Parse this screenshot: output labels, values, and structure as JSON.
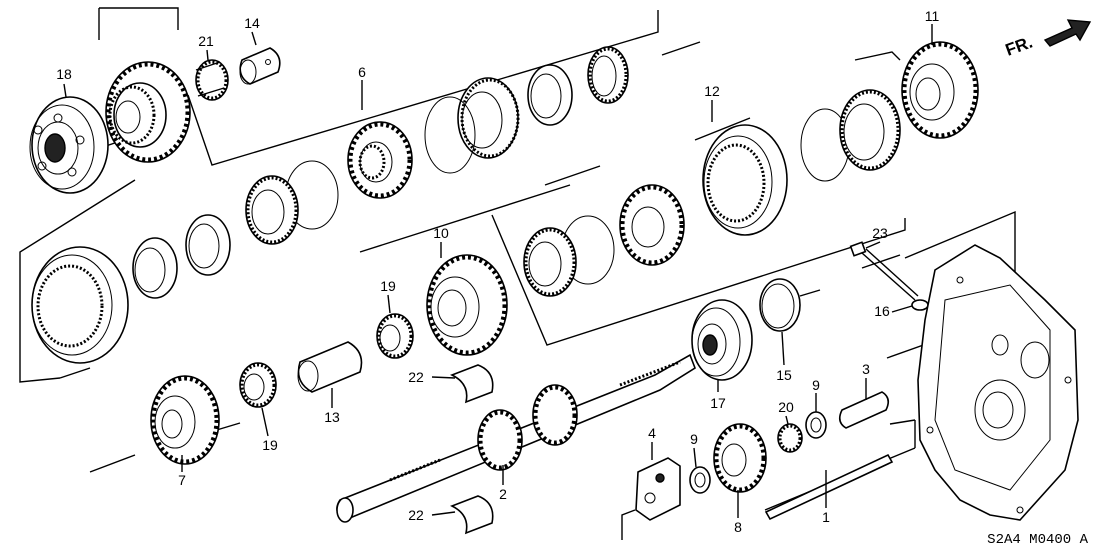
{
  "diagram": {
    "code": "S2A4 M0400 A",
    "direction": "FR.",
    "callouts": [
      {
        "id": "c1",
        "label": "1"
      },
      {
        "id": "c2",
        "label": "2"
      },
      {
        "id": "c3",
        "label": "3"
      },
      {
        "id": "c4",
        "label": "4"
      },
      {
        "id": "c6",
        "label": "6"
      },
      {
        "id": "c7",
        "label": "7"
      },
      {
        "id": "c8",
        "label": "8"
      },
      {
        "id": "c9a",
        "label": "9"
      },
      {
        "id": "c9b",
        "label": "9"
      },
      {
        "id": "c10",
        "label": "10"
      },
      {
        "id": "c11",
        "label": "11"
      },
      {
        "id": "c12",
        "label": "12"
      },
      {
        "id": "c13",
        "label": "13"
      },
      {
        "id": "c14",
        "label": "14"
      },
      {
        "id": "c15",
        "label": "15"
      },
      {
        "id": "c16",
        "label": "16"
      },
      {
        "id": "c17",
        "label": "17"
      },
      {
        "id": "c18",
        "label": "18"
      },
      {
        "id": "c19a",
        "label": "19"
      },
      {
        "id": "c19b",
        "label": "19"
      },
      {
        "id": "c20",
        "label": "20"
      },
      {
        "id": "c21",
        "label": "21"
      },
      {
        "id": "c22a",
        "label": "22"
      },
      {
        "id": "c22b",
        "label": "22"
      },
      {
        "id": "c23",
        "label": "23"
      }
    ]
  }
}
